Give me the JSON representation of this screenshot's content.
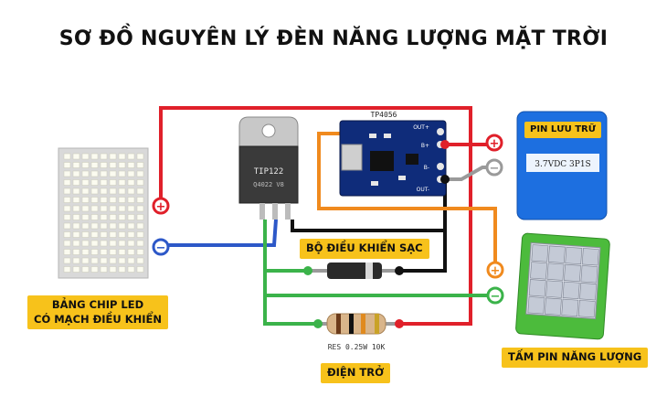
{
  "title": "SƠ ĐỒ NGUYÊN LÝ ĐÈN NĂNG LƯỢNG MẶT TRỜI",
  "labels": {
    "led_line1": "BẢNG CHIP LED",
    "led_line2": "CÓ MẠCH ĐIỀU KHIỂN",
    "controller": "BỘ ĐIỀU KHIỂN SẠC",
    "resistor": "ĐIỆN TRỞ",
    "solar_panel": "TẤM PIN NĂNG LƯỢNG",
    "battery": "PIN LƯU TRỮ"
  },
  "component_text": {
    "transistor": "TIP122",
    "transistor_small": "Q4022 V8",
    "charger_module": "TP4056",
    "out_plus": "OUT+",
    "out_minus": "OUT-",
    "b_plus": "B+",
    "b_minus": "B-",
    "battery_spec": "3.7VDC 3P1S",
    "resistor_spec": "RES 0.25W 10K"
  },
  "colors": {
    "wire_red": "#e0202a",
    "wire_blue": "#2d58c8",
    "wire_black": "#111111",
    "wire_green": "#3bb34a",
    "wire_orange": "#f08a1e",
    "wire_gray": "#9a9a9a",
    "label_bg": "#f7c21b",
    "battery_blue": "#1d6fe0",
    "panel_green": "#4cbb3c"
  },
  "terminals": {
    "plus": "+",
    "minus": "−"
  }
}
